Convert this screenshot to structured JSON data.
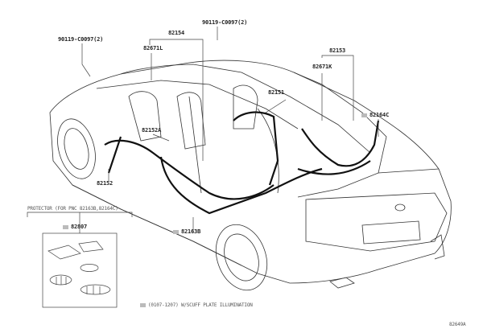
{
  "labels": {
    "clip_left": "90119-C0097(2)",
    "clip_top": "90119-C0097(2)",
    "p82154": "82154",
    "p82671L": "82671L",
    "p82153": "82153",
    "p82671K": "82671K",
    "p82151": "82151",
    "p82164C": "82164C",
    "p82152A": "82152A",
    "p82152": "82152",
    "p82163B": "82163B",
    "p82807": "82807"
  },
  "protector_title": "PROTECTOR (FOR PNC 82163B,82164C)",
  "footnote": "(0107-1207) W/SCUFF PLATE ILLUMINATION",
  "diagram_code": "82649A"
}
